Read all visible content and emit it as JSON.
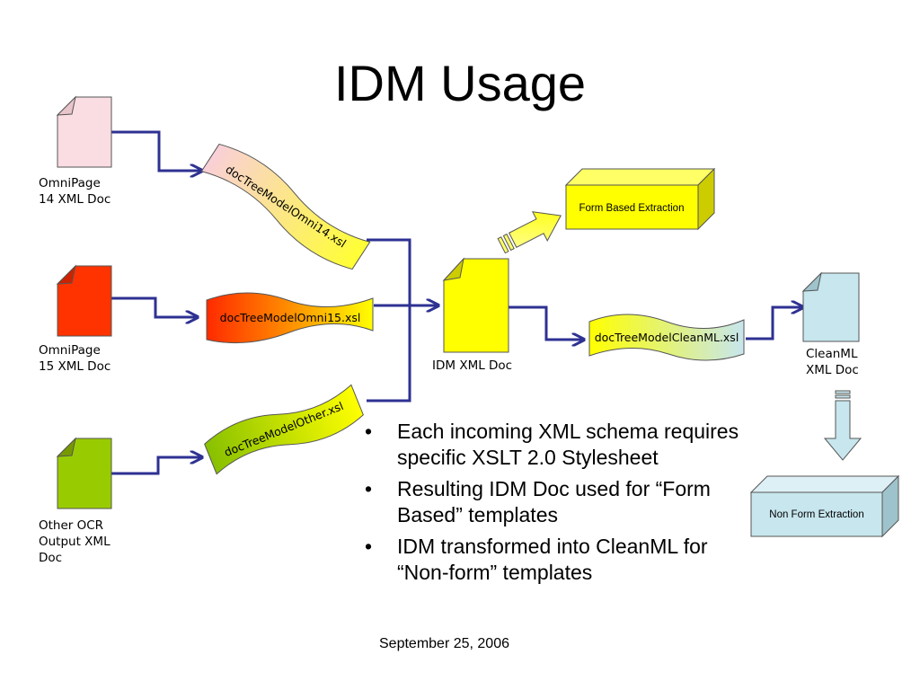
{
  "slide": {
    "title": "IDM Usage",
    "date": "September 25, 2006"
  },
  "documents": {
    "omni14": {
      "line1": "OmniPage",
      "line2": "14 XML  Doc"
    },
    "omni15": {
      "line1": "OmniPage",
      "line2": "15 XML  Doc"
    },
    "other": {
      "line1": "Other OCR",
      "line2": "Output XML",
      "line3": "Doc"
    },
    "idm": {
      "label": "IDM XML Doc"
    },
    "cleanml": {
      "line1": "CleanML",
      "line2": "XML  Doc"
    }
  },
  "stylesheets": {
    "omni14": "docTreeModelOmni14.xsl",
    "omni15": "docTreeModelOmni15.xsl",
    "other": "docTreeModelOther.xsl",
    "cleanml": "docTreeModelCleanML.xsl"
  },
  "boxes": {
    "form": "Form Based Extraction",
    "nonform": "Non Form  Extraction"
  },
  "bullets": [
    "Each incoming XML schema requires specific XSLT 2.0 Stylesheet",
    "Resulting IDM Doc used for “Form Based” templates",
    "IDM transformed into CleanML for “Non-form” templates"
  ],
  "colors": {
    "connector": "#2e3192",
    "omni14_doc": "#f9dde2",
    "omni15_doc": "#ff3300",
    "other_doc": "#99cc00",
    "idm_doc": "#ffff00",
    "cleanml_doc": "#c7e6ee",
    "form_box": "#ffff00",
    "nonform_box": "#c7e6ee"
  }
}
